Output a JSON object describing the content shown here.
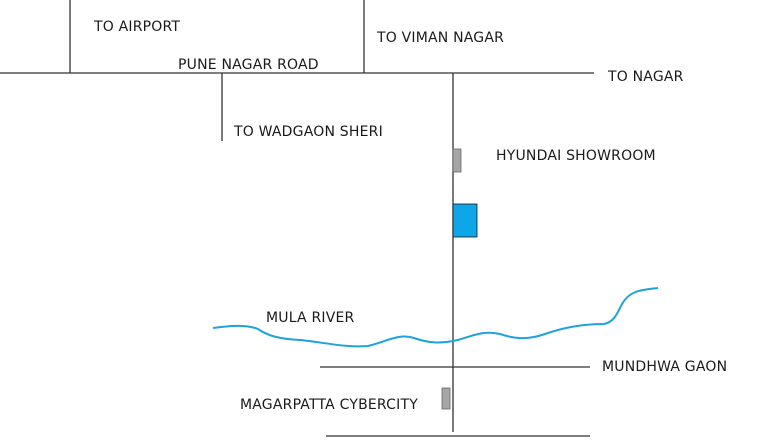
{
  "labels": {
    "to_airport": "TO AIRPORT",
    "to_viman_nagar": "TO VIMAN NAGAR",
    "pune_nagar_road": "PUNE NAGAR ROAD",
    "to_nagar": "TO NAGAR",
    "to_wadgaon_sheri": "TO WADGAON SHERI",
    "hyundai_showroom": "HYUNDAI SHOWROOM",
    "mula_river": "MULA RIVER",
    "mundhwa_gaon": "MUNDHWA GAON",
    "magarpatta_cybercity": "MAGARPATTA CYBERCITY"
  },
  "colors": {
    "road": "#333333",
    "river": "#1fa3dc",
    "destination_marker": "#0ea5e9",
    "landmark_marker": "#a6a6a6"
  }
}
